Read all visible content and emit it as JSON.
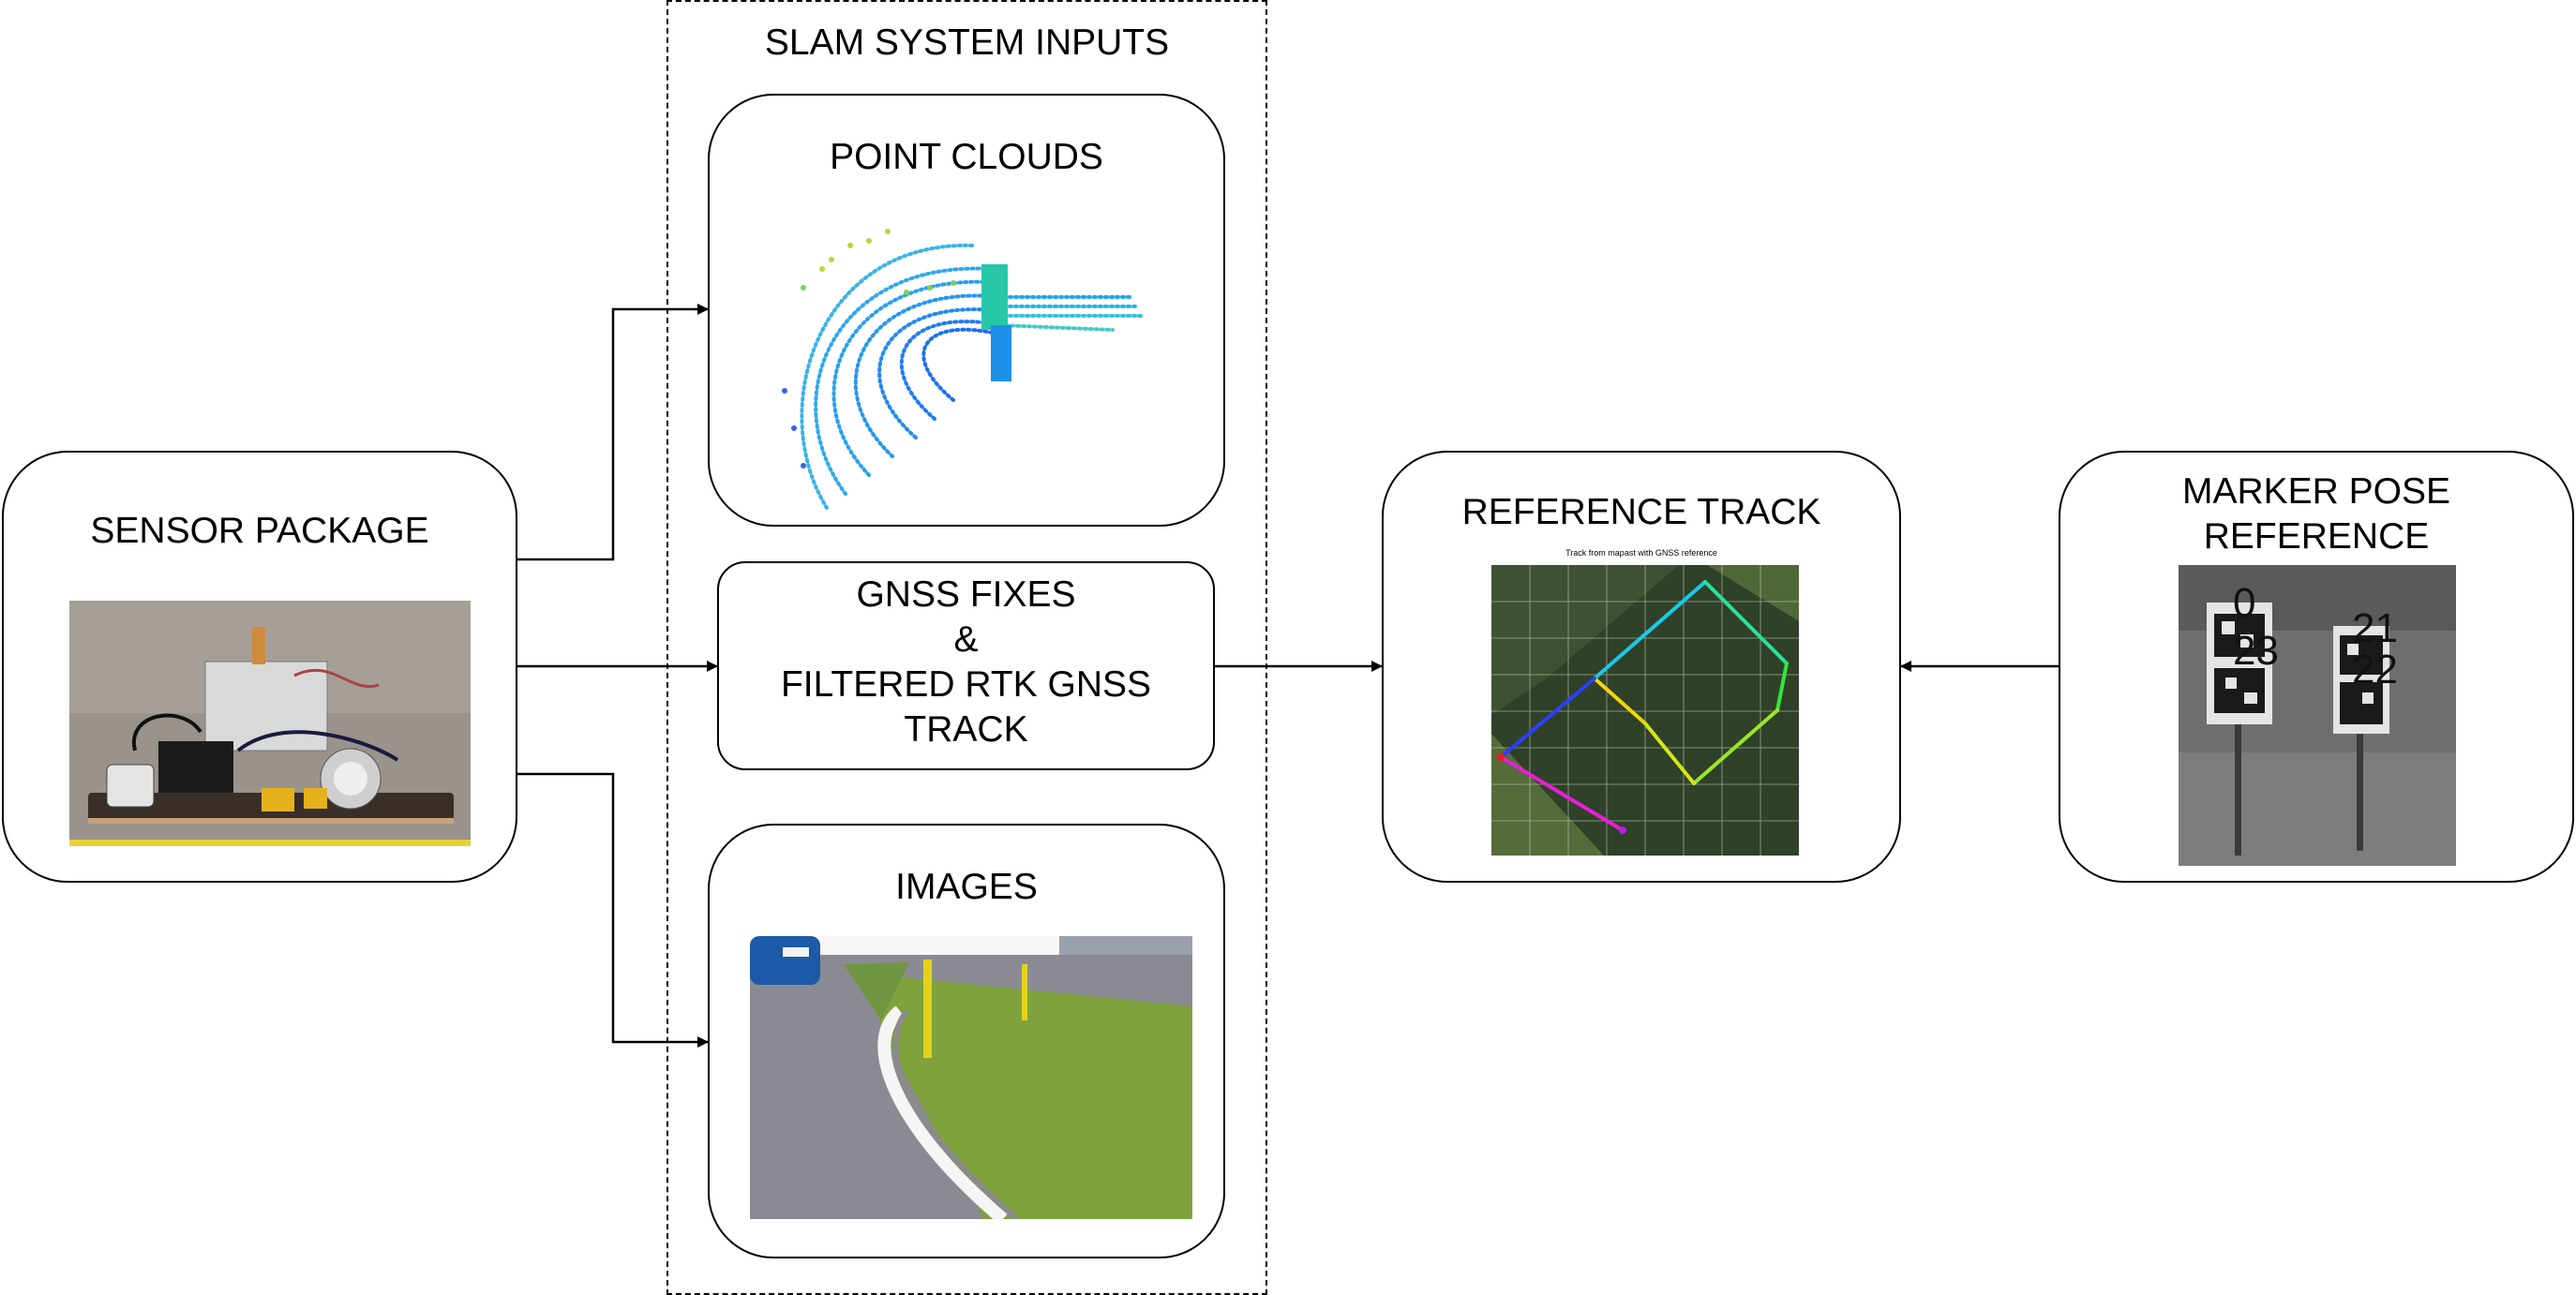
{
  "group": {
    "label": "SLAM SYSTEM INPUTS"
  },
  "nodes": {
    "sensor_package": {
      "label": "SENSOR PACKAGE"
    },
    "point_clouds": {
      "label": "POINT CLOUDS"
    },
    "gnss": {
      "label": "GNSS FIXES\n&\nFILTERED RTK GNSS\nTRACK"
    },
    "images": {
      "label": "IMAGES"
    },
    "reference_track": {
      "label": "REFERENCE TRACK"
    },
    "marker_pose": {
      "label": "MARKER POSE\nREFERENCE"
    }
  },
  "reference_track_plot": {
    "title": "Track from mapast with GNSS reference",
    "colors": {
      "cyan": "#19c9e8",
      "green": "#33e63d",
      "yellow": "#f2d40f",
      "blue": "#2b3fff",
      "magenta": "#e61fd6",
      "red": "#f01a1a"
    }
  },
  "marker_ids": [
    "0",
    "23",
    "21",
    "22"
  ],
  "edges": [
    {
      "from": "sensor_package",
      "to": "point_clouds"
    },
    {
      "from": "sensor_package",
      "to": "gnss"
    },
    {
      "from": "sensor_package",
      "to": "images"
    },
    {
      "from": "gnss",
      "to": "reference_track"
    },
    {
      "from": "marker_pose",
      "to": "reference_track"
    }
  ]
}
